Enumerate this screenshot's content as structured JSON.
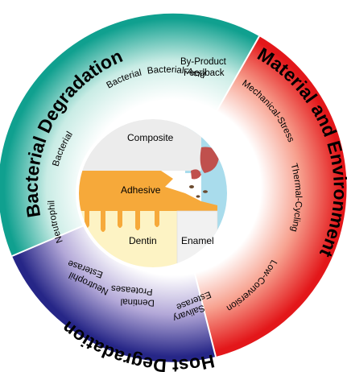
{
  "sections": {
    "bacterial": {
      "title": "Bacterial Degradation",
      "labels": [
        "Neutrophil",
        "Bacterial",
        "Bacterial",
        "Bacterial-Acid",
        "By-Product",
        "Feedback"
      ],
      "color": "#1aa392"
    },
    "material": {
      "title": "Material and Environment",
      "labels": [
        "Mechanical-Stress",
        "Thermal-Cycling",
        "Low-Conversion"
      ],
      "color": "#e8231c"
    },
    "host": {
      "title": "Host Degradation",
      "labels": [
        "Esterase",
        "Neutrophil",
        "Proteases",
        "Dentinal",
        "Esterase",
        "Salivary"
      ],
      "color": "#2a2a8c"
    }
  },
  "inner": {
    "composite": "Composite",
    "adhesive": "Adhesive",
    "dentin": "Dentin",
    "enamel": "Enamel"
  },
  "colors": {
    "composite": "#ececec",
    "adhesive": "#f6a93a",
    "dentin": "#fdf3c4",
    "enamel": "#f1f1f1",
    "saliva": "#a9dcec",
    "bacteria": "#c0504d"
  }
}
